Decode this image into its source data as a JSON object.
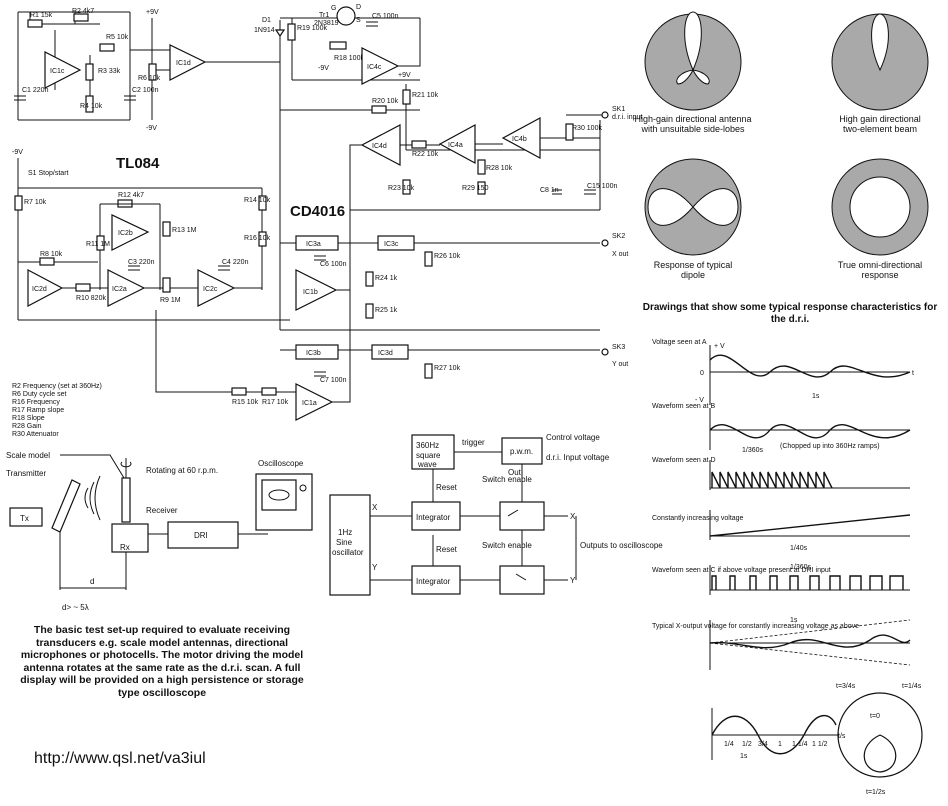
{
  "schematic": {
    "chip_label_tl084": "TL084",
    "chip_label_cd4016": "CD4016",
    "supplies": {
      "pos_top": "+9V",
      "neg_top": "-9V",
      "pos_mid": "+9V",
      "neg_r18": "-9V",
      "neg_s1": "-9V"
    },
    "switch_label": "S1 Stop/start",
    "diode": {
      "ref": "D1",
      "part": "1N914"
    },
    "transistor": {
      "ref": "Tr1",
      "part": "2N3819",
      "g": "G",
      "d": "D",
      "s": "S"
    },
    "opamps": [
      "IC1c",
      "IC1d",
      "IC4c",
      "IC4d",
      "IC4a",
      "IC4b",
      "IC2b",
      "IC2d",
      "IC2a",
      "IC2c",
      "IC1b",
      "IC1a"
    ],
    "switches": [
      "IC3a",
      "IC3c",
      "IC3b",
      "IC3d"
    ],
    "components": [
      "R1 15k",
      "R2 4k7",
      "R5 10k",
      "R3 33k",
      "R4 10k",
      "C1 220n",
      "C2 100n",
      "R6 10k",
      "R19 100k",
      "R18 100k",
      "C5 100n",
      "R20 10k",
      "R21 10k",
      "R22 10k",
      "R28 10k",
      "R29 150",
      "R23 10k",
      "R30 100k",
      "C8 1n",
      "C15 100n",
      "R7 10k",
      "R12 4k7",
      "R11 1M",
      "R13 1M",
      "R14 10k",
      "R16 10k",
      "R8 10k",
      "R10 820k",
      "C3 220n",
      "R9 1M",
      "C4 220n",
      "C6 100n",
      "R26 10k",
      "R24 1k",
      "R25 1k",
      "C7 100n",
      "R15 10k",
      "R17 10k",
      "R27 10k"
    ],
    "sockets": [
      {
        "ref": "SK1",
        "label": "d.r.i. input"
      },
      {
        "ref": "SK2",
        "label": "X out"
      },
      {
        "ref": "SK3",
        "label": "Y out"
      }
    ],
    "legend": [
      "R2 Frequency (set at 360Hz)",
      "R6 Duty cycle set",
      "R16 Frequency",
      "R17 Ramp slope",
      "R18 Slope",
      "R28 Gain",
      "R30 Attenuator"
    ]
  },
  "polar_plots": {
    "items": [
      {
        "caption": "High-gain directional antenna with unsuitable side-lobes"
      },
      {
        "caption": "High gain directional two-element beam"
      },
      {
        "caption": "Response of typical dipole"
      },
      {
        "caption": "True omni-directional response"
      }
    ],
    "heading": "Drawings that show some typical response characteristics for the d.r.i."
  },
  "test_setup": {
    "labels": {
      "scale_model": "Scale model",
      "transmitter": "Transmitter",
      "tx": "Tx",
      "rotating": "Rotating at 60 r.p.m.",
      "receiver": "Receiver",
      "rx": "Rx",
      "dri": "DRI",
      "oscilloscope": "Oscilloscope",
      "d": "d",
      "d_condition": "d> ~ 5λ"
    },
    "caption": "The basic test set-up required to evaluate receiving transducers e.g. scale model antennas, directional microphones or photocells. The motor driving the model antenna rotates at the same rate as the d.r.i. scan. A full display will be provided on a high persistence or storage type oscilloscope"
  },
  "block_diagram": {
    "square_wave": "360Hz square wave",
    "trigger": "trigger",
    "pwm": "p.w.m.",
    "control_voltage": "Control voltage",
    "input_voltage": "d.r.i. Input voltage",
    "out": "Out",
    "reset_top": "Reset",
    "reset_bottom": "Reset",
    "switch_enable_top": "Switch enable",
    "switch_enable_bottom": "Switch enable",
    "integrator_top": "Integrator",
    "integrator_bottom": "Integrator",
    "sine_osc": "1Hz Sine oscillator",
    "x": "X",
    "y": "Y",
    "x_out": "X",
    "y_out": "Y",
    "outputs": "Outputs to oscilloscope"
  },
  "timing": {
    "axis_v": "+ V",
    "axis_zero": "0",
    "axis_neg": "- V",
    "axis_t": "t",
    "rows": [
      {
        "label": "Voltage seen at A"
      },
      {
        "label": "Waveform seen at B"
      },
      {
        "label": "Waveform seen at D"
      },
      {
        "label": "Constantly increasing voltage"
      },
      {
        "label": "Waveform seen at C if above voltage present at DRI input"
      },
      {
        "label": "Typical X-output voltage for constantly increasing voltage as above"
      }
    ],
    "marks": {
      "one_s": "1s",
      "t_360": "1/360s",
      "chopped": "(Chopped up into 360Hz ramps)",
      "t_40": "1/40s",
      "t_360b": "1/360s",
      "one_s_b": "1s"
    },
    "bottom_ticks": [
      "1/4",
      "1/2",
      "3/4",
      "1",
      "1 1/4",
      "1 1/2"
    ],
    "bottom_axis": "t/s",
    "bottom_period": "1s",
    "polar_labels": {
      "t0": "t=0",
      "t34": "t=3/4s",
      "t14": "t=1/4s",
      "t12": "t=1/2s"
    }
  },
  "footer": {
    "url": "http://www.qsl.net/va3iul"
  }
}
